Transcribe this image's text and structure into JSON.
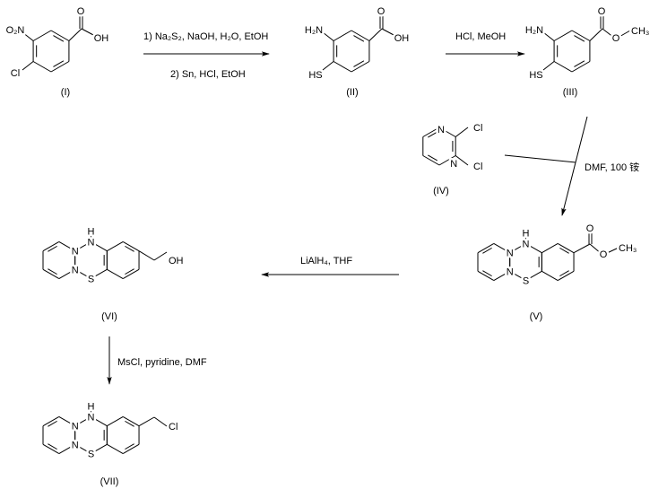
{
  "compounds": {
    "I": {
      "label": "(I)",
      "atoms": {
        "no2": "O₂N",
        "cl": "Cl",
        "o": "O",
        "oh": "OH"
      }
    },
    "II": {
      "label": "(II)",
      "atoms": {
        "nh2": "H₂N",
        "sh": "HS",
        "o": "O",
        "oh": "OH"
      }
    },
    "III": {
      "label": "(III)",
      "atoms": {
        "nh2": "H₂N",
        "sh": "HS",
        "o1": "O",
        "o2": "O",
        "me": "CH₃"
      }
    },
    "IV": {
      "label": "(IV)",
      "atoms": {
        "n1": "N",
        "n2": "N",
        "cl1": "Cl",
        "cl2": "Cl"
      }
    },
    "V": {
      "label": "(V)",
      "atoms": {
        "n1": "N",
        "n2": "N",
        "h": "H",
        "n3": "N",
        "s": "S",
        "o1": "O",
        "o2": "O",
        "me": "CH₃"
      }
    },
    "VI": {
      "label": "(VI)",
      "atoms": {
        "n1": "N",
        "n2": "N",
        "h": "H",
        "n3": "N",
        "s": "S",
        "oh": "OH"
      }
    },
    "VII": {
      "label": "(VII)",
      "atoms": {
        "n1": "N",
        "n2": "N",
        "h": "H",
        "n3": "N",
        "s": "S",
        "cl": "Cl"
      }
    }
  },
  "reactions": {
    "step1": {
      "line1": "1) Na₂S₂, NaOH, H₂O, EtOH",
      "line2": "2) Sn, HCl, EtOH"
    },
    "step2": {
      "line1": "HCl, MeOH"
    },
    "step3": {
      "line1": "DMF, 100 铵"
    },
    "step4": {
      "line1": "LiAlH₄, THF"
    },
    "step5": {
      "line1": "MsCl, pyridine, DMF"
    }
  }
}
